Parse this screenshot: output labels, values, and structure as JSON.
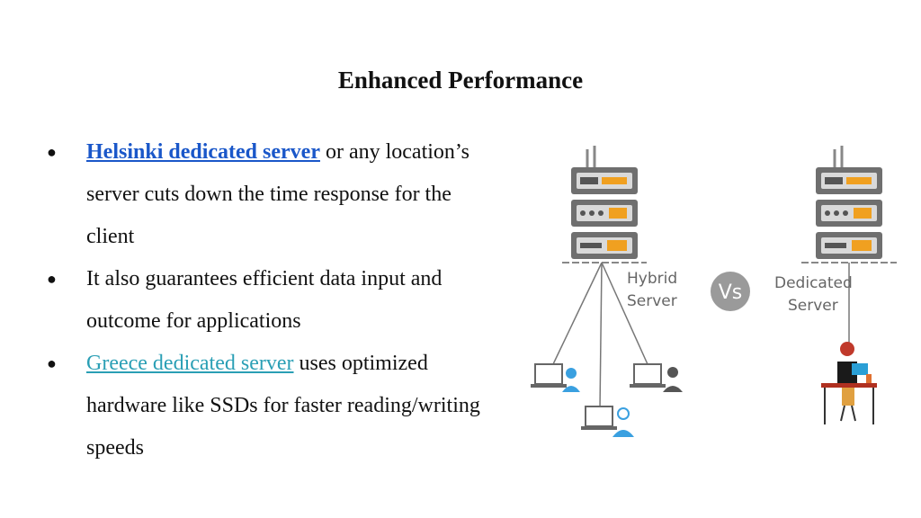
{
  "slide": {
    "title": "Enhanced Performance",
    "bullets": [
      {
        "link": "Helsinki dedicated server",
        "text_after_link": " or any location’s server cuts down the time response for the client"
      },
      {
        "text": " It also guarantees efficient data input and outcome for applications"
      },
      {
        "link": "Greece dedicated server",
        "text_after_link": " uses optimized hardware like SSDs for faster reading/writing speeds"
      }
    ]
  },
  "figure": {
    "hybrid_label_line1": "Hybrid",
    "hybrid_label_line2": "Server",
    "vs_label": "Vs",
    "dedicated_label_line1": "Dedicated",
    "dedicated_label_line2": "Server",
    "colors": {
      "rack": "#6f6f6f",
      "orange": "#f0a020",
      "vs_circle": "#9a9a9a"
    }
  }
}
